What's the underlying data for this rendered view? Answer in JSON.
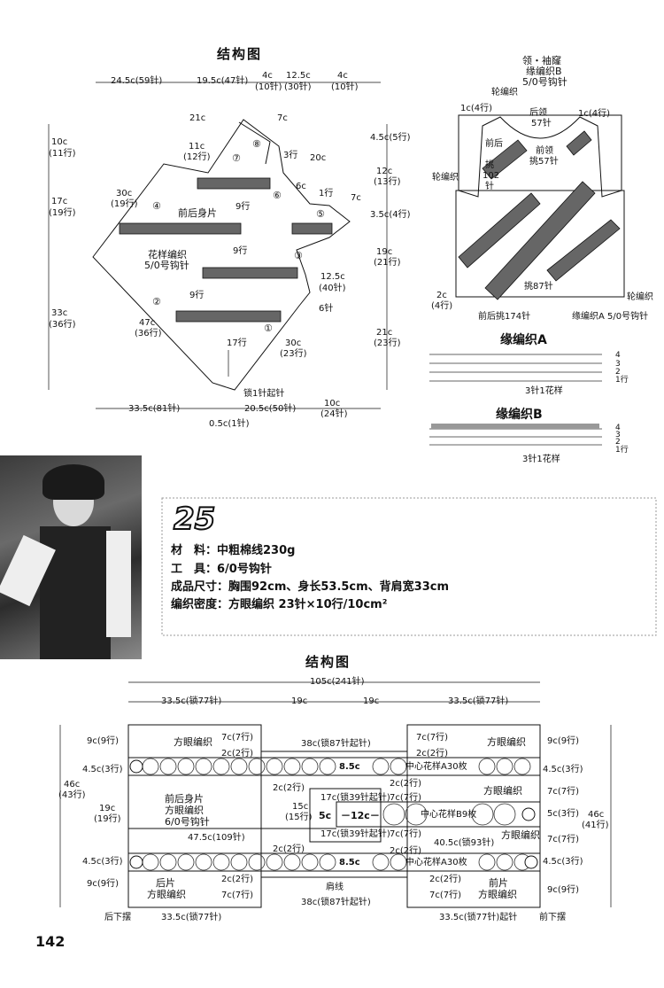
{
  "top": {
    "title": "结构图",
    "widths": {
      "w1": "24.5c(59针)",
      "w2": "19.5c(47针)",
      "w3": "4c",
      "w3b": "(10针)",
      "w4": "12.5c",
      "w4b": "(30针)",
      "w5": "4c",
      "w5b": "(10针)"
    },
    "left_dims": {
      "a": "10c",
      "ab": "(11行)",
      "b": "17c",
      "bb": "(19行)",
      "c": "33c",
      "cb": "(36行)"
    },
    "labels": {
      "l21c": "21c",
      "l7c": "7c",
      "l11c": "11c",
      "l11cb": "(12行)",
      "l20c": "20c",
      "l3row": "3行",
      "l6c": "6c",
      "l1row": "1行",
      "l7c2": "7c",
      "l30c": "30c",
      "l30cb": "(19行)",
      "l9row1": "9行",
      "l9row2": "9行",
      "l9row3": "9行",
      "body": "前后身片",
      "pattern": "花样编织",
      "hook": "5/0号钩针",
      "l12_5": "12.5c",
      "l12_5b": "(40针)",
      "l6st": "6针",
      "l47c": "47c",
      "l47cb": "(36行)",
      "l17row": "17行",
      "l30c2": "30c",
      "l30c2b": "(23行)",
      "chain": "锁1针起针"
    },
    "circles": [
      "①",
      "②",
      "③",
      "④",
      "⑤",
      "⑥",
      "⑦",
      "⑧"
    ],
    "bottom": {
      "b1": "33.5c(81针)",
      "b2": "20.5c(50针)",
      "b3": "10c",
      "b3b": "(24针)",
      "b4": "0.5c(1针)"
    }
  },
  "vest": {
    "title1": "领・袖窿",
    "title2": "缘编织B",
    "title3": "5/0号钩针",
    "wheel1": "轮编织",
    "l1c_left": "1c(4行)",
    "back_neck": "后领",
    "back_neck_st": "57针",
    "l1c_right": "1c(4行)",
    "front_pick1": "前后",
    "front_pick2": "挑",
    "front_pick3": "102",
    "front_pick4": "针",
    "front_neck": "前领",
    "front_neck_st": "挑57针",
    "wheel2": "轮编织",
    "pick87": "挑87针",
    "wheel3": "轮编织",
    "l2c": "2c",
    "l2cb": "(4行)",
    "bottom_pick": "前后挑174针",
    "edge_a": "缘编织A 5/0号钩针",
    "right": {
      "r1": "4.5c(5行)",
      "r2": "12c",
      "r2b": "(13行)",
      "r3": "3.5c(4行)",
      "r4": "19c",
      "r4b": "(21行)",
      "r5": "21c",
      "r5b": "(23行)"
    }
  },
  "edge_a": {
    "title": "缘编织A",
    "repeat": "3针1花样",
    "rows": [
      "4",
      "3",
      "2",
      "1行"
    ]
  },
  "edge_b": {
    "title": "缘编织B",
    "repeat": "3针1花样",
    "rows": [
      "4",
      "3",
      "2",
      "1行"
    ]
  },
  "info": {
    "number": "25",
    "material_label": "材　料：",
    "material": "中粗棉线230g",
    "tools_label": "工　具：",
    "tools": "6/0号钩针",
    "size_label": "成品尺寸：",
    "size": "胸围92cm、身长53.5cm、背肩宽33cm",
    "gauge_label": "编织密度：",
    "gauge": "方眼编织 23针×10行/10cm²"
  },
  "bottom": {
    "title": "结构图",
    "total": "105c(241针)",
    "w_left": "33.5c(锁77针)",
    "w_mid1": "19c",
    "w_mid2": "19c",
    "w_right": "33.5c(锁77针)",
    "left_side": {
      "a": "9c(9行)",
      "b": "4.5c(3行)",
      "c": "19c",
      "cb": "(19行)",
      "d": "4.5c(3行)",
      "e": "9c(9行)",
      "total": "46c",
      "totalb": "(43行)"
    },
    "right_side": {
      "a": "9c(9行)",
      "b": "4.5c(3行)",
      "c": "7c(7行)",
      "d": "5c(3行)",
      "e": "7c(7行)",
      "f": "4.5c(3行)",
      "g": "9c(9行)",
      "total": "46c",
      "totalb": "(41行)"
    },
    "square_mesh": "方眼编织",
    "square_mesh2": "方眼编织",
    "r7c": "7c(7行)",
    "r2c": "2c(2行)",
    "c38": "38c(锁87针起针)",
    "c38b": "38c(锁87针起针)",
    "r7c_r": "7c(7行)",
    "r2c_r": "2c(2行)",
    "center_a": "中心花样A30枚",
    "center_a2": "中心花样A30枚",
    "center_b": "中心花样B9枚",
    "c85": "8.5c",
    "c85b": "8.5c",
    "c5": "5c",
    "c12": "－12c－",
    "l2c1": "2c(2行)",
    "l2c2": "2c(2行)",
    "l2c3": "2c(2行)",
    "l2c4": "2c(2行)",
    "c17a": "17c(锁39针起针)",
    "c17b": "17c(锁39针起针)",
    "c15": "15c",
    "c15b": "(15行)",
    "r7c2": "7c(7行)",
    "r7c3": "7c(7行)",
    "front_back1": "前后身片",
    "front_back2": "方眼编织",
    "front_back3": "6/0号钩针",
    "w47": "47.5c(109针)",
    "w40": "40.5c(锁93针)",
    "l2c5": "2c(2行)",
    "l7c5": "7c(7行)",
    "shoulder": "肩线",
    "l2c6": "2c(2行)",
    "l7c6": "7c(7行)",
    "back_piece": "后片",
    "back_mesh": "方眼编织",
    "front_piece": "前片",
    "front_mesh": "方眼编织",
    "back_hem": "后下摆",
    "front_hem": "前下摆",
    "w_bl": "33.5c(锁77针)",
    "w_br": "33.5c(锁77针)起针",
    "sqr1": "方眼编织",
    "sqr2": "方眼编织"
  },
  "page_number": "142"
}
